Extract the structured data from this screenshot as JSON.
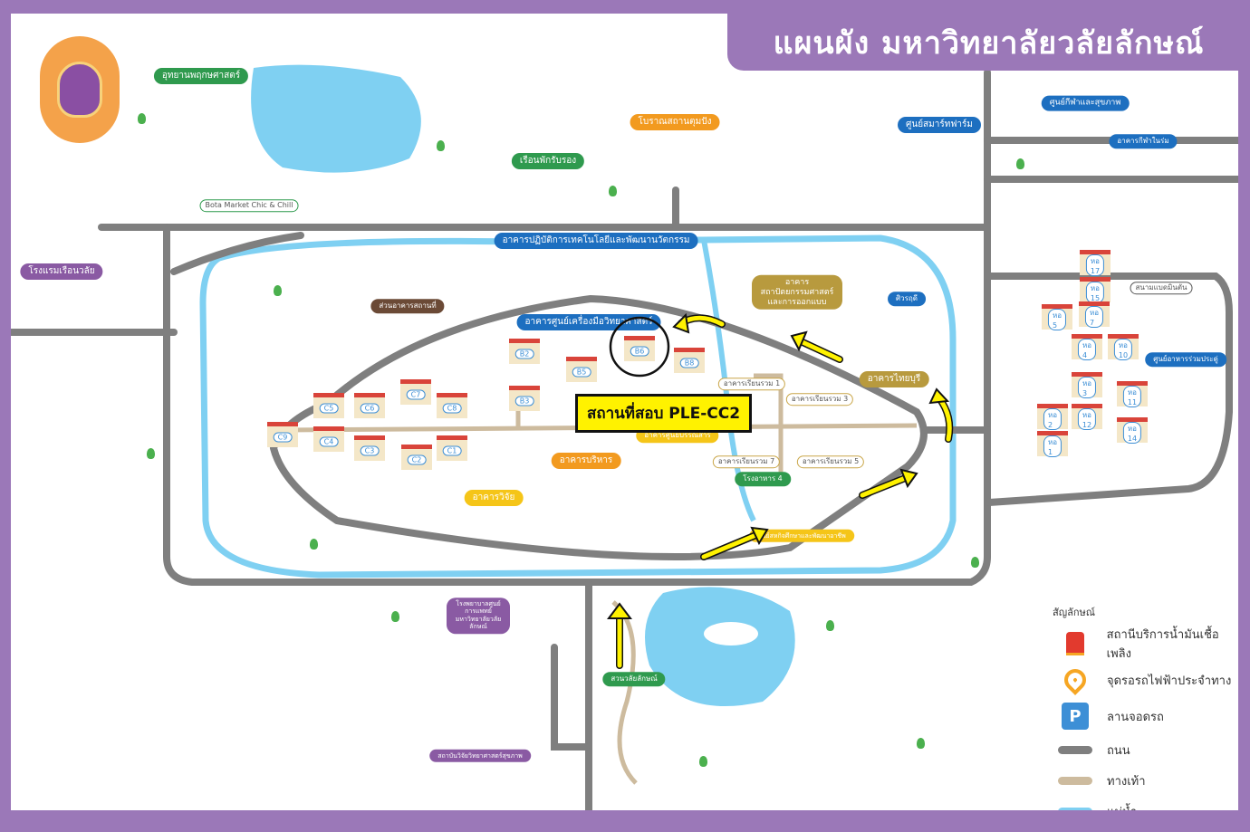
{
  "title": "แผนผัง มหาวิทยาลัยวลัยลักษณ์",
  "exam_label": "สถานที่สอบ PLE-CC2",
  "places": {
    "botanic": "อุทยานพฤกษศาสตร์",
    "bota_market": "Bota Market Chic & Chill",
    "guest_house": "เรือนพักรับรอง",
    "tumpang": "โบราณสถานตุมปัง",
    "smart_farm": "ศูนย์สมาร์ทฟาร์ม",
    "sport_center": "ศูนย์กีฬาและสุขภาพ",
    "indoor_sport": "อาคารกีฬาในร่ม",
    "hotel": "โรงแรมเรือนวลัย",
    "tech_innovation": "อาคารปฏิบัติการเทคโนโลยีและพัฒนานวัตกรรม",
    "facilities": "ส่วนอาคารสถานที่",
    "sci_instrument": "อาคารศูนย์เครื่องมือวิทยาศาสตร์",
    "architecture": "อาคารสถาปัตยกรรมศาสตร์และการออกแบบ",
    "siwaruedee": "ศิวรฤดี",
    "thaiburi": "อาคารไทยบุรี",
    "admin": "อาคารบริหาร",
    "research": "อาคารวิจัย",
    "library": "อาคารศูนย์บรรณสาร",
    "canteen4": "โรงอาหาร 4",
    "coop": "ศูนย์สหกิจศึกษาและพัฒนาอาชีพ",
    "lecture1": "อาคารเรียนรวม 1",
    "lecture3": "อาคารเรียนรวม 3",
    "lecture5": "อาคารเรียนรวม 5",
    "lecture7": "อาคารเรียนรวม 7",
    "hospital": "โรงพยาบาลศูนย์การแพทย์ มหาวิทยาลัยวลัยลักษณ์",
    "health_inst": "สถาบันวิจัยวิทยาศาสตร์สุขภาพ",
    "walai_park": "สวนวลัยลักษณ์",
    "student_center": "ศูนย์อาหารร่วมประดู่",
    "stadium": "สนามแบดมินตัน"
  },
  "buildings": [
    "B2",
    "B3",
    "B5",
    "B6",
    "B8",
    "C1",
    "C2",
    "C3",
    "C4",
    "C5",
    "C6",
    "C7",
    "C8",
    "C9"
  ],
  "dorms": [
    "หอ 17",
    "หอ 15",
    "หอ 7",
    "หอ 5",
    "หอ 4",
    "หอ 10",
    "หอ 3",
    "หอ 2",
    "หอ 1",
    "หอ 11",
    "หอ 14",
    "หอ 12"
  ],
  "legend": {
    "title": "สัญลักษณ์",
    "items": [
      {
        "label": "สถานีบริการน้ำมันเชื้อเพลิง",
        "icon": "fuel-icon"
      },
      {
        "label": "จุดรอรถไฟฟ้าประจำทาง",
        "icon": "bus-stop-icon"
      },
      {
        "label": "ลานจอดรถ",
        "icon": "parking-icon"
      },
      {
        "label": "ถนน",
        "color": "#7f7f7f"
      },
      {
        "label": "ทางเท้า",
        "color": "#cdbb9e"
      },
      {
        "label": "แม่น้ำ",
        "color": "#7fd0f2"
      }
    ]
  },
  "colors": {
    "road": "#7f7f7f",
    "walkway": "#cdbb9e",
    "river": "#7fd0f2",
    "frame": "#9b78b8",
    "highlight": "#fff200"
  }
}
